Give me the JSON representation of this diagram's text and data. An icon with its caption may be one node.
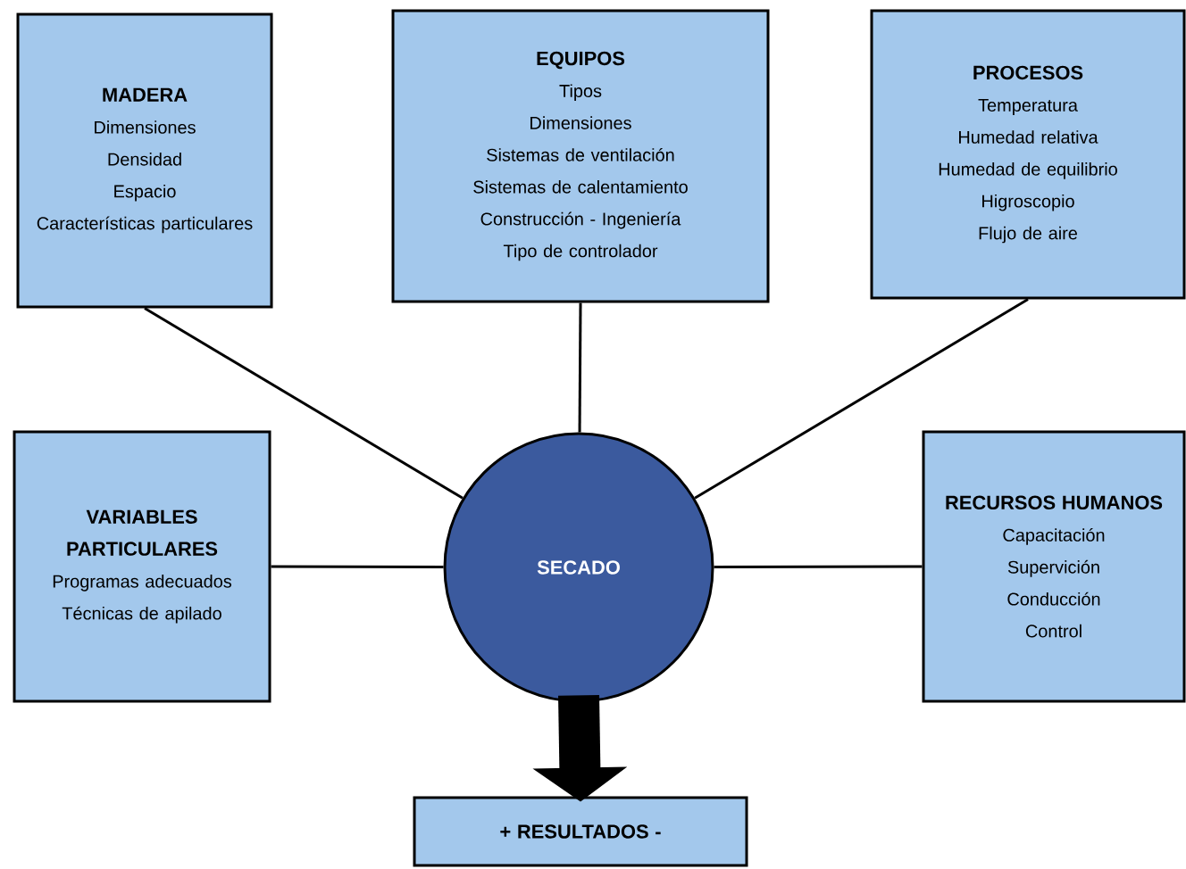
{
  "diagram": {
    "nodes": [
      {
        "text": [
          "MADERA",
          "Dimensiones",
          "Densidad",
          "Espacio",
          "Características particulares"
        ]
      },
      {
        "text": [
          "EQUIPOS",
          "Tipos",
          "Dimensiones",
          "Sistemas de ventilación",
          "Sistemas de calentamiento",
          "Construcción - Ingeniería",
          "Tipo de controlador"
        ]
      },
      {
        "text": [
          "PROCESOS",
          "Temperatura",
          "Humedad relativa",
          "Humedad de equilibrio",
          "Higroscopio",
          "Flujo de aire"
        ]
      },
      {
        "text": [
          "VARIABLES PARTICULARES",
          "Programas adecuados",
          "Técnicas de apilado"
        ]
      },
      {
        "text": [
          "SECADO"
        ]
      },
      {
        "text": [
          "RECURSOS HUMANOS",
          "Capacitación",
          "Supervición",
          "Conducción",
          "Control"
        ]
      },
      {
        "text": [
          "+ RESULTADOS -"
        ]
      }
    ],
    "edges": [
      {
        "from": 0,
        "to": 4,
        "arrow": "none"
      },
      {
        "from": 1,
        "to": 4,
        "arrow": "none"
      },
      {
        "from": 2,
        "to": 4,
        "arrow": "none"
      },
      {
        "from": 3,
        "to": 4,
        "arrow": "none"
      },
      {
        "from": 5,
        "to": 4,
        "arrow": "none"
      },
      {
        "from": 4,
        "to": 6,
        "arrow": "to",
        "style": "thick"
      }
    ]
  }
}
